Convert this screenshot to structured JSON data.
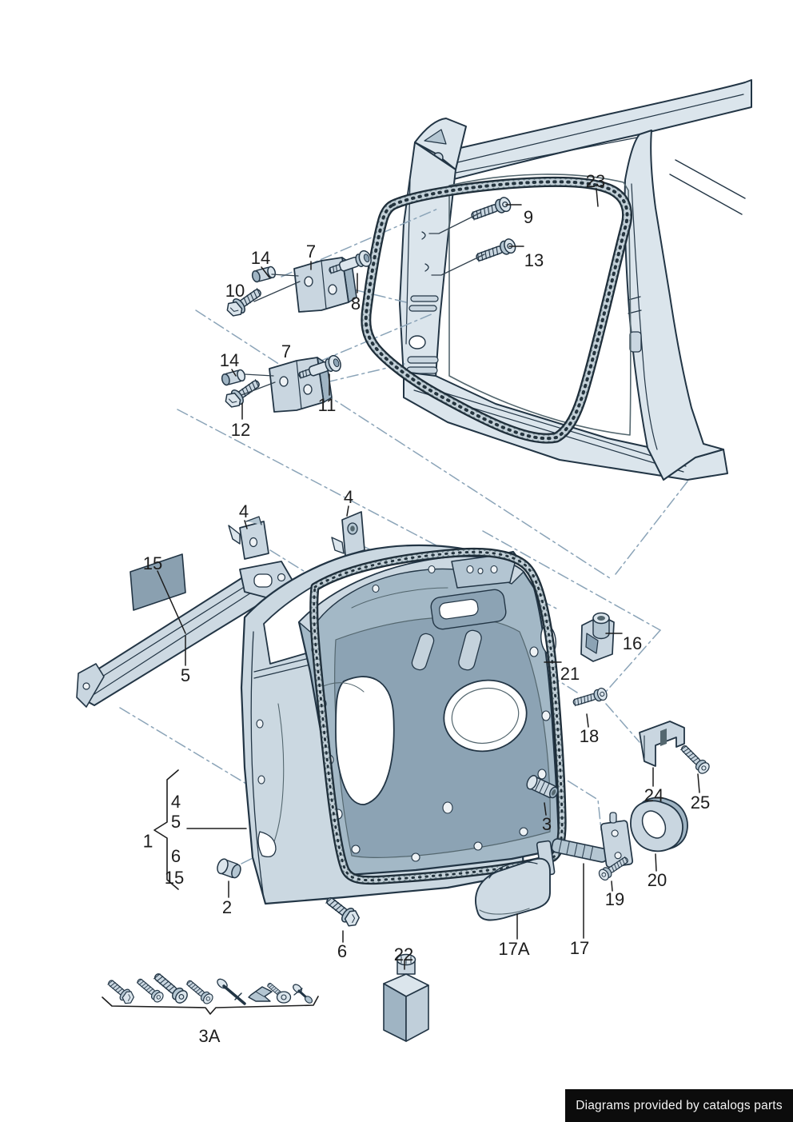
{
  "title": "Front door exploded parts diagram",
  "footer": {
    "text": "Diagrams provided by catalogs parts"
  },
  "colors": {
    "background": "#ffffff",
    "line": "#223545",
    "fill_light": "#dbe5ec",
    "fill_mid": "#c9d6e0",
    "fill_dark": "#9fb4c3",
    "recess": "#8ca3b4",
    "seal_dark": "#31424e",
    "dash_line": "#8ba4b8",
    "label_text": "#1d1d1d",
    "footer_bg": "#0c0c0c",
    "footer_text": "#f5f5f5"
  },
  "labels": [
    {
      "text": "23"
    },
    {
      "text": "9"
    },
    {
      "text": "13"
    },
    {
      "text": "14"
    },
    {
      "text": "7"
    },
    {
      "text": "10"
    },
    {
      "text": "8"
    },
    {
      "text": "14"
    },
    {
      "text": "7"
    },
    {
      "text": "11"
    },
    {
      "text": "12"
    },
    {
      "text": "4"
    },
    {
      "text": "4"
    },
    {
      "text": "15"
    },
    {
      "text": "5"
    },
    {
      "text": "16"
    },
    {
      "text": "21"
    },
    {
      "text": "18"
    },
    {
      "text": "24"
    },
    {
      "text": "25"
    },
    {
      "text": "3"
    },
    {
      "text": "20"
    },
    {
      "text": "19"
    },
    {
      "text": "17A"
    },
    {
      "text": "17"
    },
    {
      "text": "1"
    },
    {
      "text": "4"
    },
    {
      "text": "5"
    },
    {
      "text": "6"
    },
    {
      "text": "15"
    },
    {
      "text": "2"
    },
    {
      "text": "6"
    },
    {
      "text": "22"
    },
    {
      "text": "3A"
    }
  ]
}
